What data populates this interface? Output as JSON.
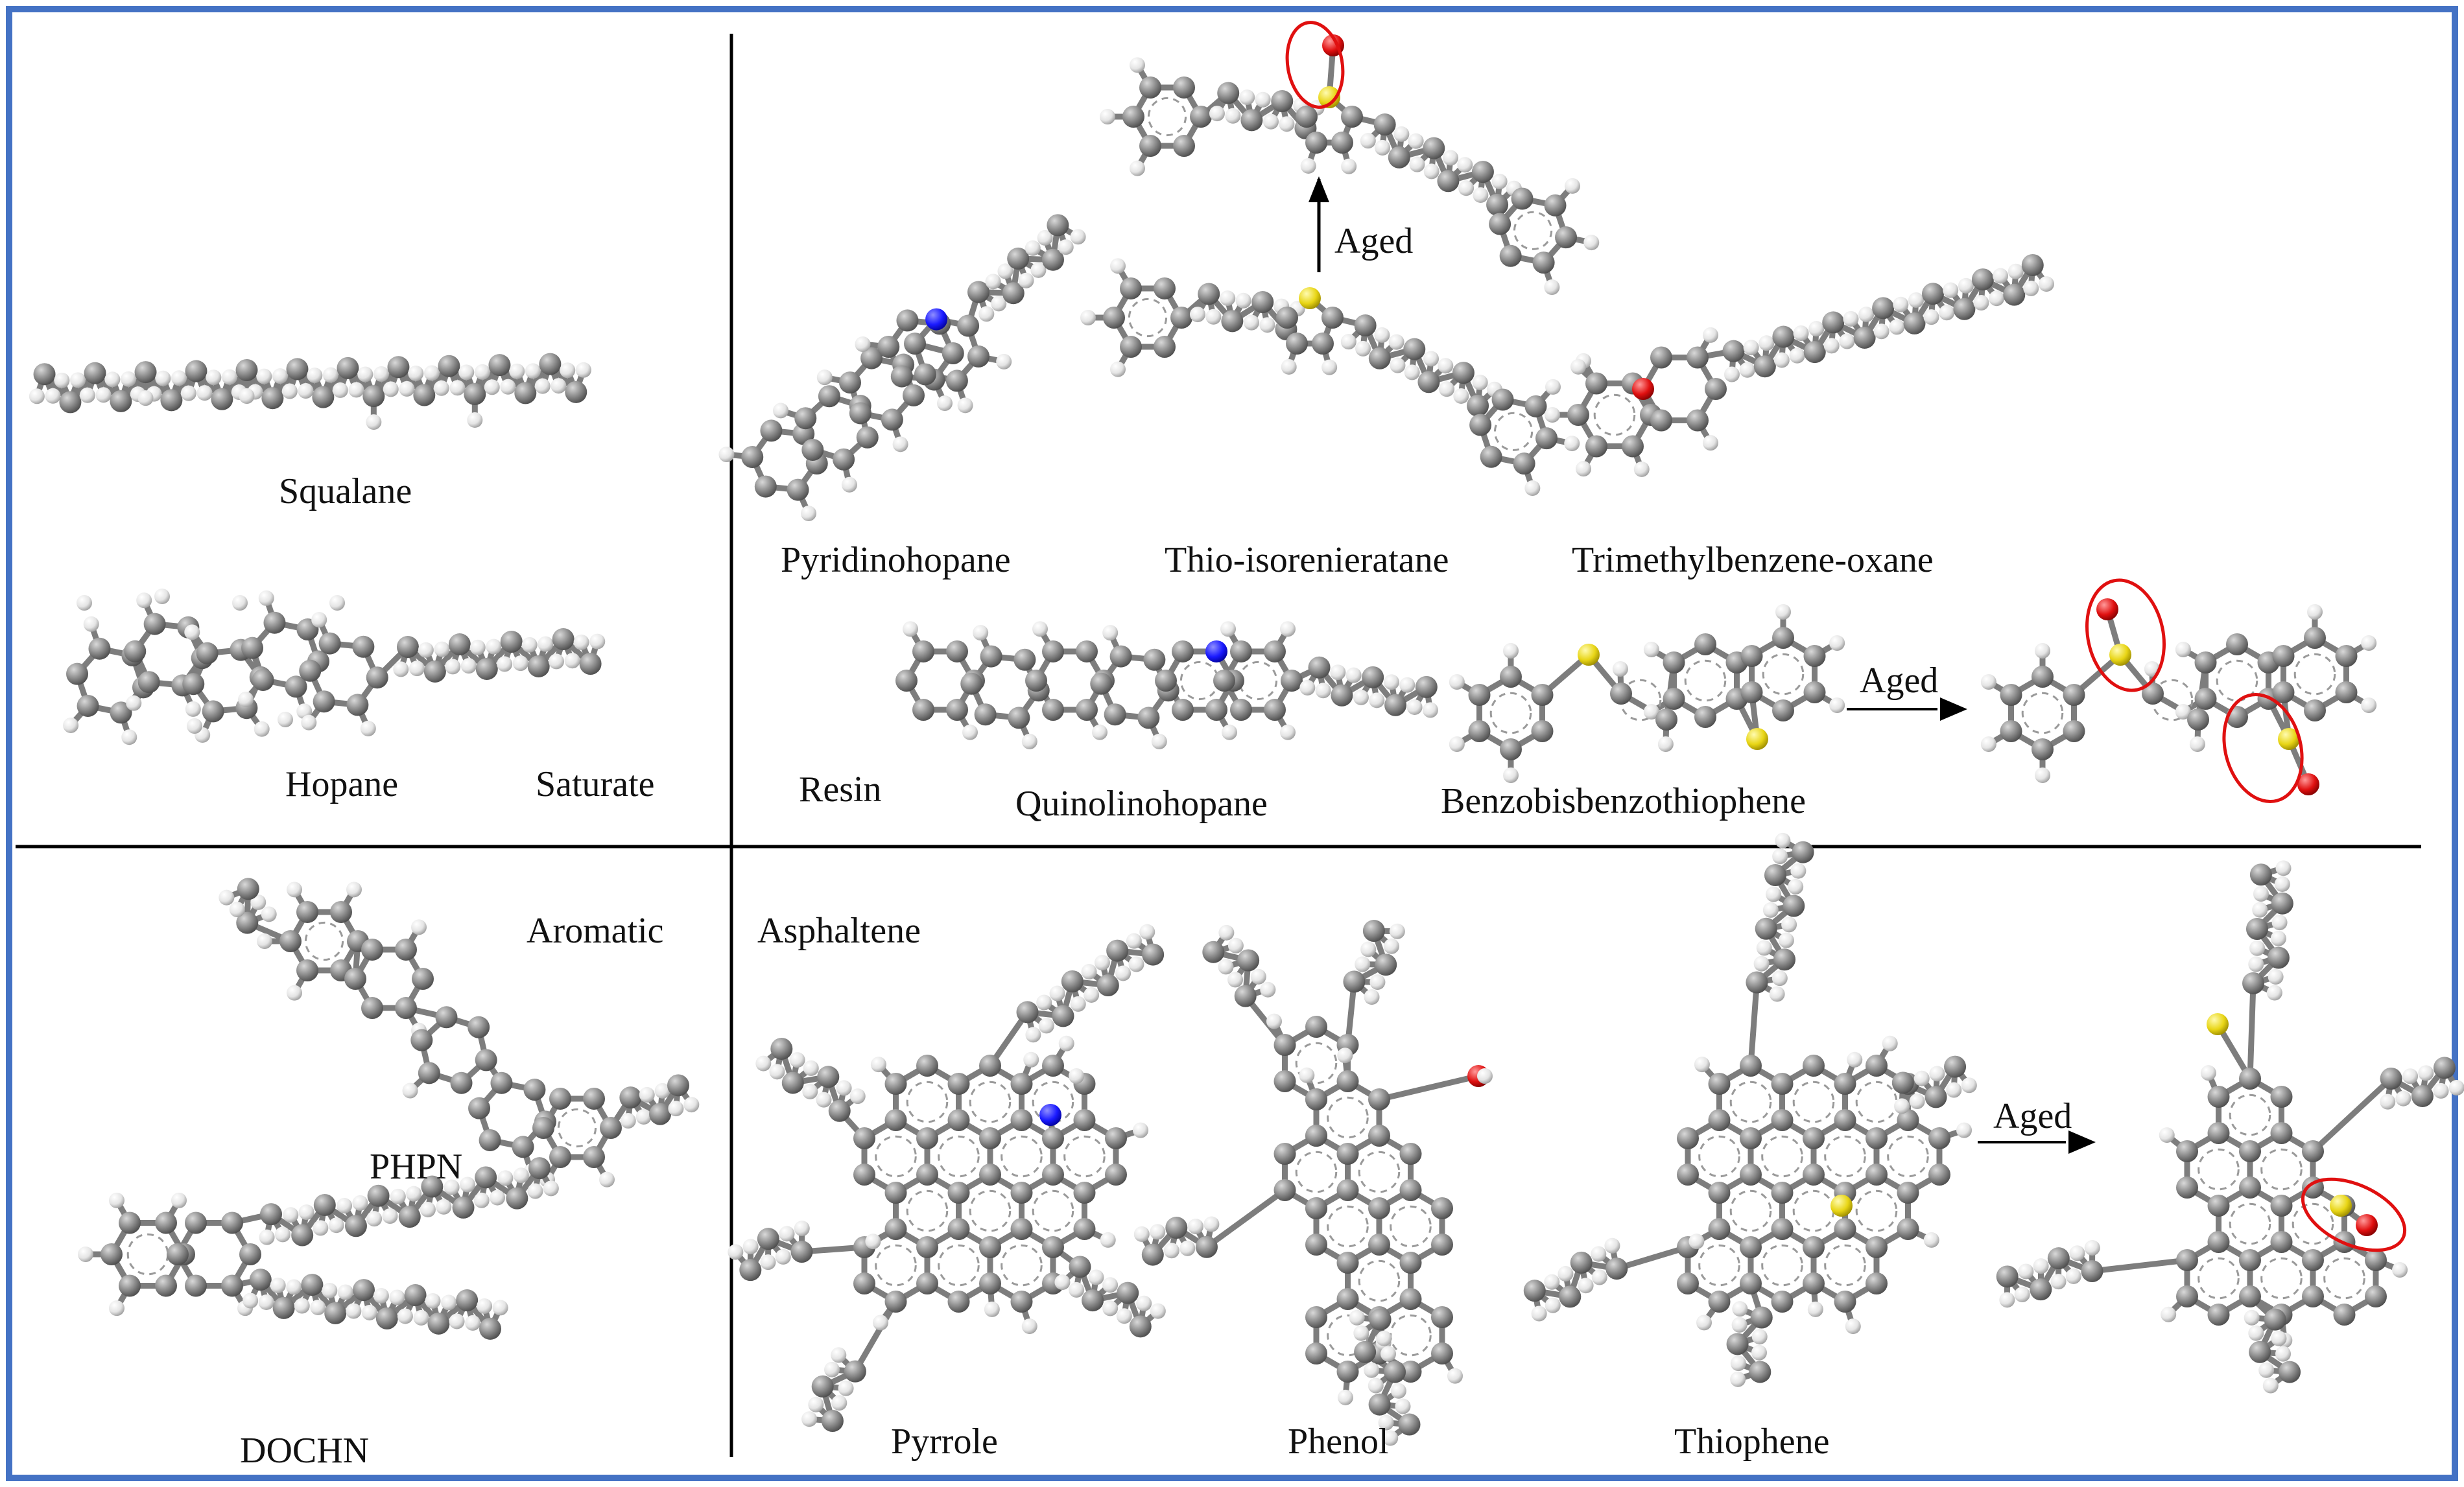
{
  "colors": {
    "frame": "#4472c4",
    "divider": "#000000",
    "carbon": "#7d7d7d",
    "hydrogen": "#e6e6e6",
    "nitrogen": "#1a1aff",
    "sulfur": "#e8d515",
    "oxygen": "#e01010",
    "highlight": "#e01010"
  },
  "panels": {
    "saturate": {
      "label": "Saturate",
      "molecules": {
        "squalane": "Squalane",
        "hopane": "Hopane"
      }
    },
    "aromatic": {
      "label": "Aromatic",
      "molecules": {
        "phpn": "PHPN",
        "dochn": "DOCHN"
      }
    },
    "resin": {
      "label": "Resin",
      "molecules": {
        "pyridinohopane": "Pyridinohopane",
        "thio_isorenieratane": "Thio-isorenieratane",
        "trimethylbenzene_oxane": "Trimethylbenzene-oxane",
        "quinolinohopane": "Quinolinohopane",
        "benzobisbenzothiophene": "Benzobisbenzothiophene"
      },
      "aged_labels": [
        "Aged",
        "Aged"
      ]
    },
    "asphaltene": {
      "label": "Asphaltene",
      "molecules": {
        "pyrrole": "Pyrrole",
        "phenol": "Phenol",
        "thiophene": "Thiophene"
      },
      "aged_label": "Aged"
    }
  }
}
